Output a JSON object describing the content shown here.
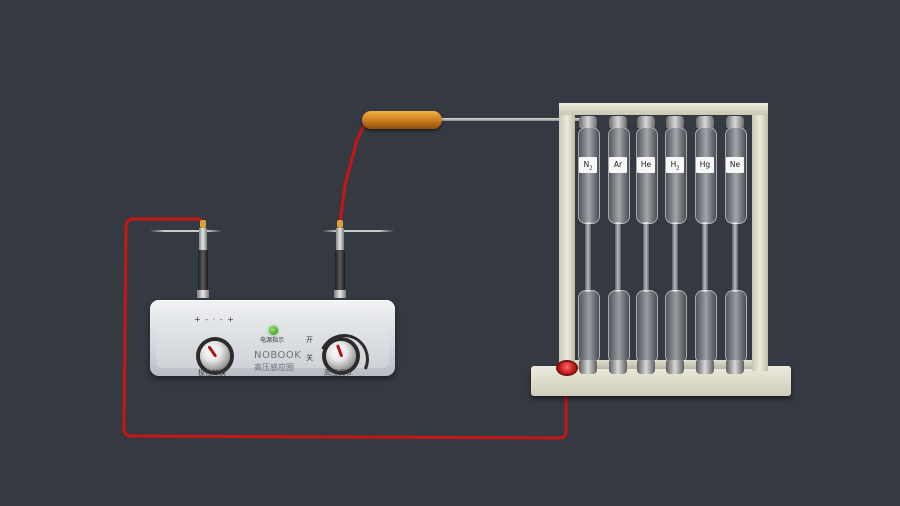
{
  "device": {
    "brand": "NOBOOK",
    "name": "高压感应圈",
    "indicator_label": "电源指示",
    "polarity_label": "极性转换",
    "voltage_label": "高压调节",
    "switch_on": "开",
    "switch_off": "关",
    "polarity_marks": "+ -  ·  - +"
  },
  "tubes": [
    {
      "gas": "N",
      "sub": "2"
    },
    {
      "gas": "Ar",
      "sub": ""
    },
    {
      "gas": "He",
      "sub": ""
    },
    {
      "gas": "H",
      "sub": "2"
    },
    {
      "gas": "Hg",
      "sub": ""
    },
    {
      "gas": "Ne",
      "sub": ""
    }
  ],
  "colors": {
    "background": "#353942",
    "wire": "#c81414",
    "probe": "#d68a24",
    "stand": "#e4e3d3",
    "led": "#3fae22"
  }
}
